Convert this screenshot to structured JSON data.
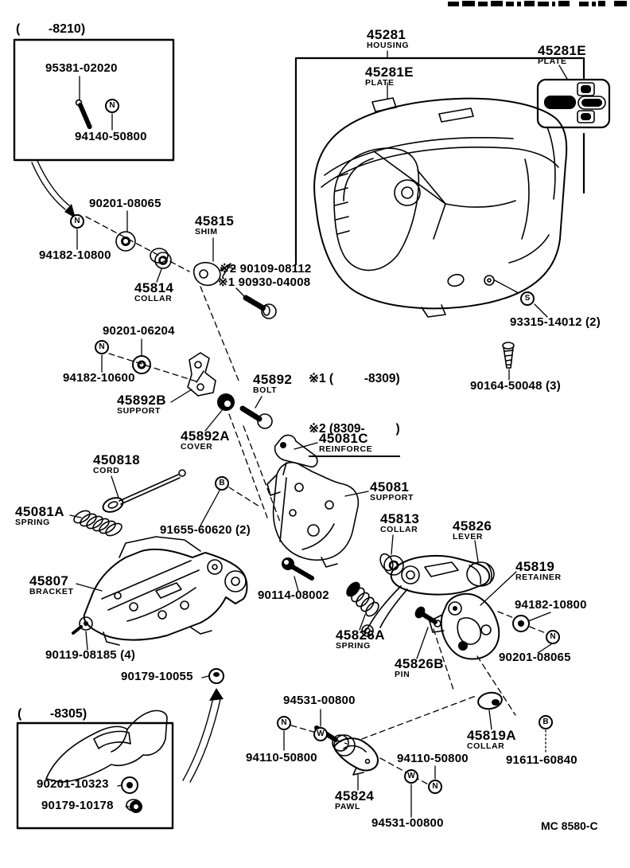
{
  "footer_code": "MC 8580-C",
  "inset_boxes": {
    "top": "(        -8210)",
    "bottom": "(        -8305)"
  },
  "notes": {
    "line1": "※1 (         -8309)",
    "line2": "※2 (8309-         )"
  },
  "symbols": {
    "nut": "N",
    "washer": "W",
    "screw": "S",
    "bolt": "B"
  },
  "labels": {
    "p95381": {
      "num": "95381-02020"
    },
    "p94140": {
      "num": "94140-50800"
    },
    "housing": {
      "num": "45281",
      "name": "HOUSING"
    },
    "plate_a": {
      "num": "45281E",
      "name": "PLATE"
    },
    "plate_b": {
      "num": "45281E",
      "name": "PLATE"
    },
    "w90201a": {
      "num": "90201-08065"
    },
    "n94182a": {
      "num": "94182-10800"
    },
    "collar45814": {
      "num": "45814",
      "name": "COLLAR"
    },
    "shim45815": {
      "num": "45815",
      "name": "SHIM"
    },
    "star2": {
      "num": "※2 90109-08112"
    },
    "star1": {
      "num": "※1 90930-04008"
    },
    "w90201_06204": {
      "num": "90201-06204"
    },
    "n94182_10600": {
      "num": "94182-10600"
    },
    "support45892b": {
      "num": "45892B",
      "name": "SUPPORT"
    },
    "bolt45892": {
      "num": "45892",
      "name": "BOLT"
    },
    "cover45892a": {
      "num": "45892A",
      "name": "COVER"
    },
    "s93315": {
      "num": "93315-14012 (2)"
    },
    "p90164": {
      "num": "90164-50048 (3)"
    },
    "reinf45081c": {
      "num": "45081C",
      "name": "REINFORCE"
    },
    "support45081": {
      "num": "45081",
      "name": "SUPPORT"
    },
    "cord450818": {
      "num": "450818",
      "name": "CORD"
    },
    "spring45081a": {
      "num": "45081A",
      "name": "SPRING"
    },
    "p91655": {
      "num": "91655-60620 (2)"
    },
    "collar45813": {
      "num": "45813",
      "name": "COLLAR"
    },
    "lever45826": {
      "num": "45826",
      "name": "LEVER"
    },
    "bracket45807": {
      "num": "45807",
      "name": "BRACKET"
    },
    "p90114": {
      "num": "90114-08002"
    },
    "retainer45819": {
      "num": "45819",
      "name": "RETAINER"
    },
    "n94182b": {
      "num": "94182-10800"
    },
    "w90201b": {
      "num": "90201-08065"
    },
    "spring45826a": {
      "num": "45826A",
      "name": "SPRING"
    },
    "pin45826b": {
      "num": "45826B",
      "name": "PIN"
    },
    "p90119": {
      "num": "90119-08185 (4)"
    },
    "p90179a": {
      "num": "90179-10055"
    },
    "p90201_10323": {
      "num": "90201-10323"
    },
    "p90179b": {
      "num": "90179-10178"
    },
    "p94531a": {
      "num": "94531-00800"
    },
    "p94110a": {
      "num": "94110-50800"
    },
    "pawl45824": {
      "num": "45824",
      "name": "PAWL"
    },
    "p94110b": {
      "num": "94110-50800"
    },
    "collar45819a": {
      "num": "45819A",
      "name": "COLLAR"
    },
    "p91611": {
      "num": "91611-60840"
    },
    "p94531b": {
      "num": "94531-00800"
    }
  }
}
